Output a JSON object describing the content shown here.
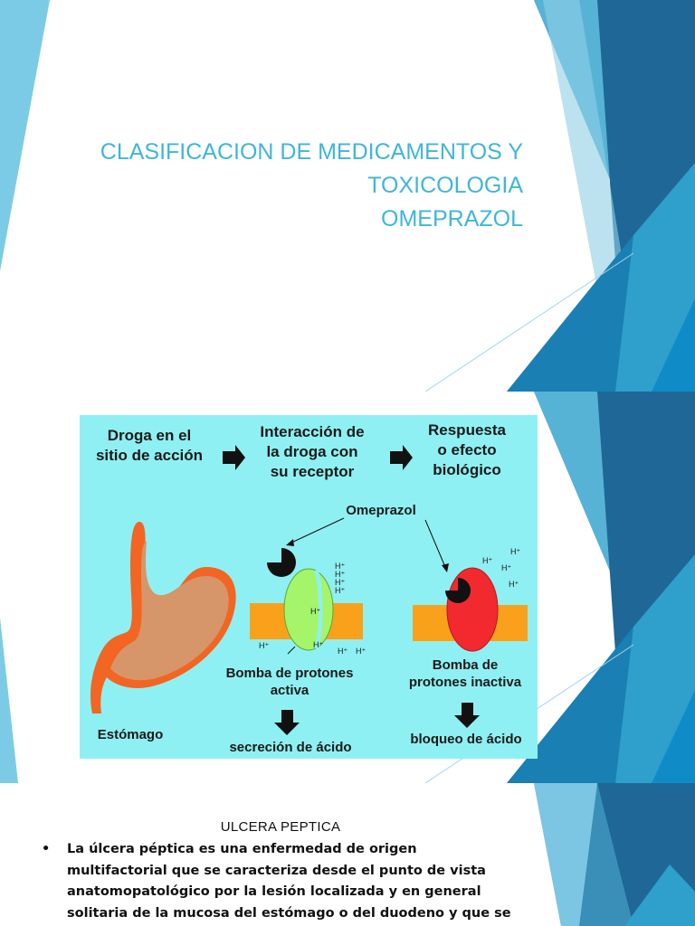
{
  "slide1": {
    "title_lines": [
      "CLASIFICACION DE MEDICAMENTOS Y",
      "TOXICOLOGIA",
      "OMEPRAZOL"
    ]
  },
  "slide2": {
    "diagram": {
      "step1_lines": [
        "Droga en el",
        "sitio de acción"
      ],
      "step2_lines": [
        "Interacción de",
        "la droga con",
        "su receptor"
      ],
      "step3_lines": [
        "Respuesta",
        "o efecto",
        "biológico"
      ],
      "omeprazol_label": "Omeprazol",
      "ion_label": "H⁺",
      "stomach_label": "Estómago",
      "active_pump_lines": [
        "Bomba de protones",
        "activa"
      ],
      "inactive_pump_lines": [
        "Bomba de",
        "protones inactiva"
      ],
      "result_active": "secreción de ácido",
      "result_inactive": "bloqueo de ácido",
      "colors": {
        "background": "#8ff0f3",
        "membrane": "#f9a11b",
        "active_pump": "#a4f56a",
        "inactive_pump": "#f2292e",
        "stomach_outline": "#f26522",
        "stomach_fill": "#d7956a"
      }
    }
  },
  "slide3": {
    "heading": "ULCERA PEPTICA",
    "bullet": "•",
    "body": "La úlcera péptica es una enfermedad de origen multifactorial que se caracteriza desde el punto de vista anatomopatológico por la lesión localizada y en general solitaria de la mucosa del estómago o del duodeno y que se extiende, como mínimo,"
  },
  "theme": {
    "accent": "#3fb6d9",
    "dark_blue": "#1b5f8c",
    "teal": "#2e8fb3"
  }
}
